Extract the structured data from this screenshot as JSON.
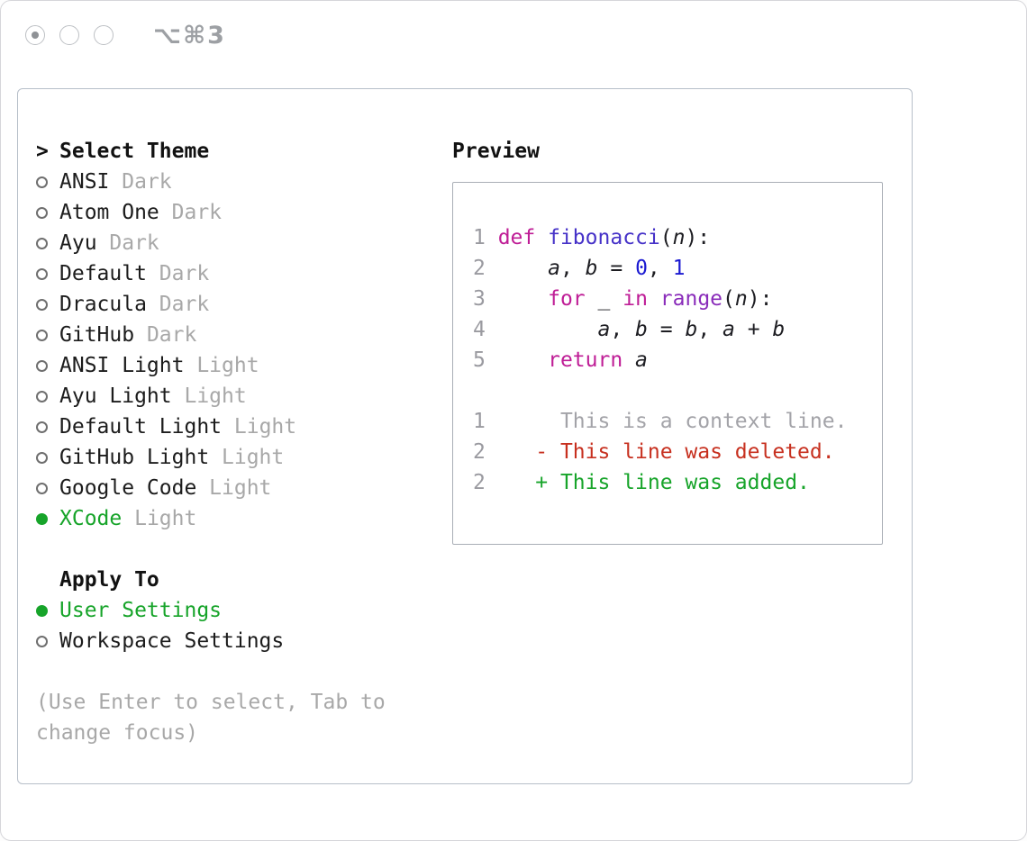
{
  "titlebar": {
    "shortcut": "⌥⌘3"
  },
  "panel": {
    "theme_section": {
      "prompt": ">",
      "title": "Select Theme",
      "items": [
        {
          "name": "ANSI",
          "variant": "Dark",
          "selected": false
        },
        {
          "name": "Atom One",
          "variant": "Dark",
          "selected": false
        },
        {
          "name": "Ayu",
          "variant": "Dark",
          "selected": false
        },
        {
          "name": "Default",
          "variant": "Dark",
          "selected": false
        },
        {
          "name": "Dracula",
          "variant": "Dark",
          "selected": false
        },
        {
          "name": "GitHub",
          "variant": "Dark",
          "selected": false
        },
        {
          "name": "ANSI Light",
          "variant": "Light",
          "selected": false
        },
        {
          "name": "Ayu Light",
          "variant": "Light",
          "selected": false
        },
        {
          "name": "Default Light",
          "variant": "Light",
          "selected": false
        },
        {
          "name": "GitHub Light",
          "variant": "Light",
          "selected": false
        },
        {
          "name": "Google Code",
          "variant": "Light",
          "selected": false
        },
        {
          "name": "XCode",
          "variant": "Light",
          "selected": true
        }
      ]
    },
    "apply_section": {
      "title": "Apply To",
      "options": [
        {
          "label": "User Settings",
          "selected": true
        },
        {
          "label": "Workspace Settings",
          "selected": false
        }
      ]
    },
    "hint_lines": [
      "(Use Enter to select, Tab to",
      "change focus)"
    ]
  },
  "preview": {
    "title": "Preview",
    "code_lines": [
      {
        "num": "1",
        "tokens": [
          {
            "t": "def",
            "s": "keyword"
          },
          {
            "t": " ",
            "s": "plain"
          },
          {
            "t": "fibonacci",
            "s": "func"
          },
          {
            "t": "(",
            "s": "plain"
          },
          {
            "t": "n",
            "s": "var"
          },
          {
            "t": "):",
            "s": "plain"
          }
        ]
      },
      {
        "num": "2",
        "tokens": [
          {
            "t": "    ",
            "s": "plain"
          },
          {
            "t": "a",
            "s": "var"
          },
          {
            "t": ", ",
            "s": "plain"
          },
          {
            "t": "b",
            "s": "var"
          },
          {
            "t": " = ",
            "s": "plain"
          },
          {
            "t": "0",
            "s": "num"
          },
          {
            "t": ", ",
            "s": "plain"
          },
          {
            "t": "1",
            "s": "num"
          }
        ]
      },
      {
        "num": "3",
        "tokens": [
          {
            "t": "    ",
            "s": "plain"
          },
          {
            "t": "for",
            "s": "keyword"
          },
          {
            "t": " ",
            "s": "plain"
          },
          {
            "t": "_",
            "s": "var"
          },
          {
            "t": " ",
            "s": "plain"
          },
          {
            "t": "in",
            "s": "keyword"
          },
          {
            "t": " ",
            "s": "plain"
          },
          {
            "t": "range",
            "s": "builtin"
          },
          {
            "t": "(",
            "s": "plain"
          },
          {
            "t": "n",
            "s": "var"
          },
          {
            "t": "):",
            "s": "plain"
          }
        ]
      },
      {
        "num": "4",
        "tokens": [
          {
            "t": "        ",
            "s": "plain"
          },
          {
            "t": "a",
            "s": "var"
          },
          {
            "t": ", ",
            "s": "plain"
          },
          {
            "t": "b",
            "s": "var"
          },
          {
            "t": " = ",
            "s": "plain"
          },
          {
            "t": "b",
            "s": "var"
          },
          {
            "t": ", ",
            "s": "plain"
          },
          {
            "t": "a",
            "s": "var"
          },
          {
            "t": " + ",
            "s": "plain"
          },
          {
            "t": "b",
            "s": "var"
          }
        ]
      },
      {
        "num": "5",
        "tokens": [
          {
            "t": "    ",
            "s": "plain"
          },
          {
            "t": "return",
            "s": "keyword"
          },
          {
            "t": " ",
            "s": "plain"
          },
          {
            "t": "a",
            "s": "var"
          }
        ]
      }
    ],
    "diff_lines": [
      {
        "num": "1",
        "marker": " ",
        "text": "This is a context line.",
        "type": "context"
      },
      {
        "num": "2",
        "marker": "-",
        "text": "This line was deleted.",
        "type": "deleted"
      },
      {
        "num": "2",
        "marker": "+",
        "text": "This line was added.",
        "type": "added"
      }
    ]
  },
  "colors": {
    "accent_green": "#17a42a",
    "keyword_pink": "#bf1d96",
    "function_purple": "#4632c8",
    "builtin_purple": "#8a2cba",
    "number_blue": "#1b1ad1",
    "variable_dark": "#1e1e23",
    "plain_text": "#1d1d22",
    "muted_gray": "#a3a3a8",
    "deleted_red": "#c7301f",
    "line_number_gray": "#9a9aa0"
  }
}
